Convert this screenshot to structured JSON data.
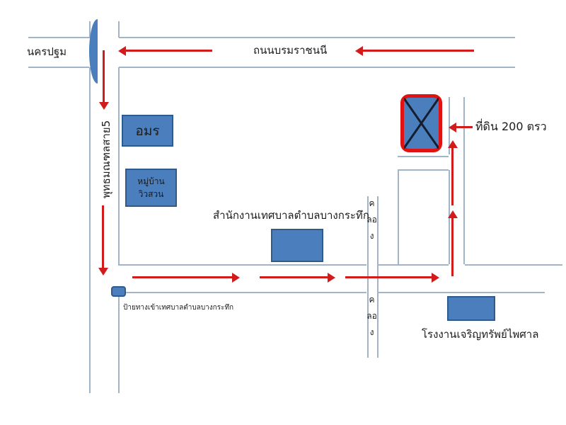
{
  "colors": {
    "shape-blue": "#4a7ebc",
    "shape-border": "#2e5a8c",
    "road-line": "#a2b4c8",
    "arrow-red": "#d21c1c",
    "plot-border": "#e01212",
    "text": "#1c1c1c"
  },
  "labels": {
    "province_left": "นครปฐม",
    "top_road": "ถนนบรมราชนนี",
    "left_road": "พุทธมณฑลสาย5",
    "amorn_building": "อมร",
    "village_line1": "หมู่บ้าน",
    "village_line2": "วิวสวน",
    "municipal_office": "สำนักงานเทศบาลตำบลบางกระทึก",
    "entrance_sign": "ป้ายทางเข้าเทศบาลตำบลบางกระทึก",
    "canal": "คลอง",
    "factory": "โรงงานเจริญทรัพย์ไพศาล",
    "land_plot": "ที่ดิน 200 ตรว"
  }
}
